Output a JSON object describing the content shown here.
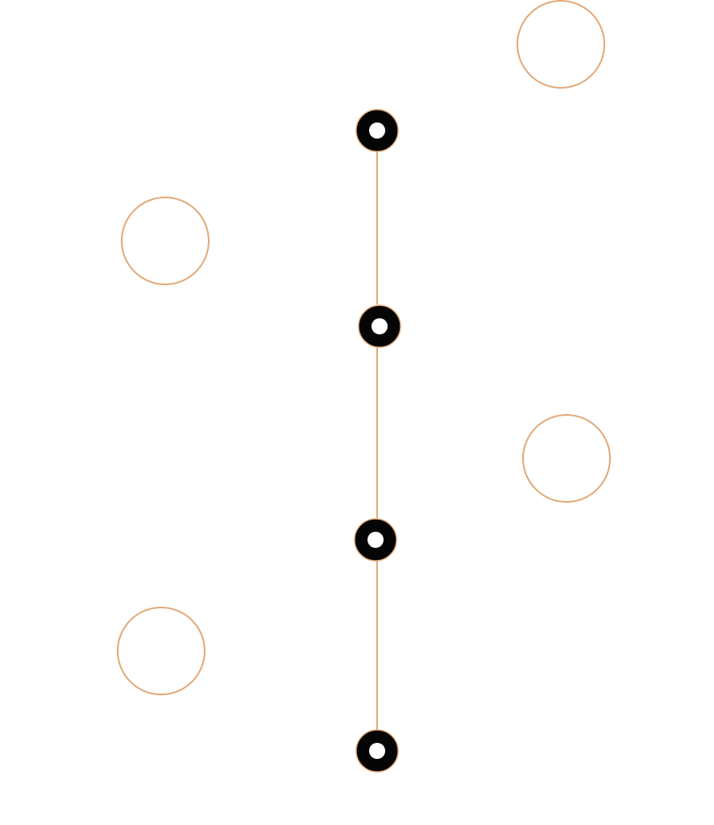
{
  "colors": {
    "background": "#ffffff",
    "accent": "#E2A877",
    "node_fill": "#050505",
    "node_hole": "#ffffff"
  },
  "timeline": {
    "node_count": 4,
    "connector_count": 3
  },
  "side_circles": {
    "count": 4,
    "alternation": [
      "right",
      "left",
      "right",
      "left"
    ]
  }
}
